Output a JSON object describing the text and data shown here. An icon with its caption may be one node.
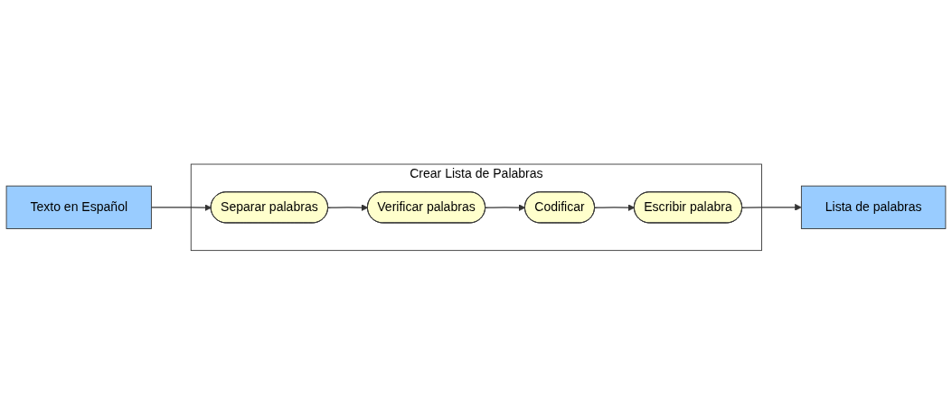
{
  "diagram": {
    "nodes": [
      {
        "text": [
          "Texto en Español"
        ]
      },
      {
        "text": [
          "Crear Lista de Palabras"
        ]
      },
      {
        "text": [
          "Separar palabras"
        ],
        "in": 1
      },
      {
        "text": [
          "Verificar palabras"
        ],
        "in": 1
      },
      {
        "text": [
          "Codificar"
        ],
        "in": 1
      },
      {
        "text": [
          "Escribir palabra"
        ],
        "in": 1
      },
      {
        "text": [
          "Lista de palabras"
        ]
      }
    ],
    "edges": [
      {
        "from": 0,
        "to": 2,
        "arrow": "to"
      },
      {
        "from": 2,
        "to": 3,
        "arrow": "to"
      },
      {
        "from": 3,
        "to": 4,
        "arrow": "to"
      },
      {
        "from": 4,
        "to": 5,
        "arrow": "to"
      },
      {
        "from": 5,
        "to": 6,
        "arrow": "to"
      }
    ]
  }
}
